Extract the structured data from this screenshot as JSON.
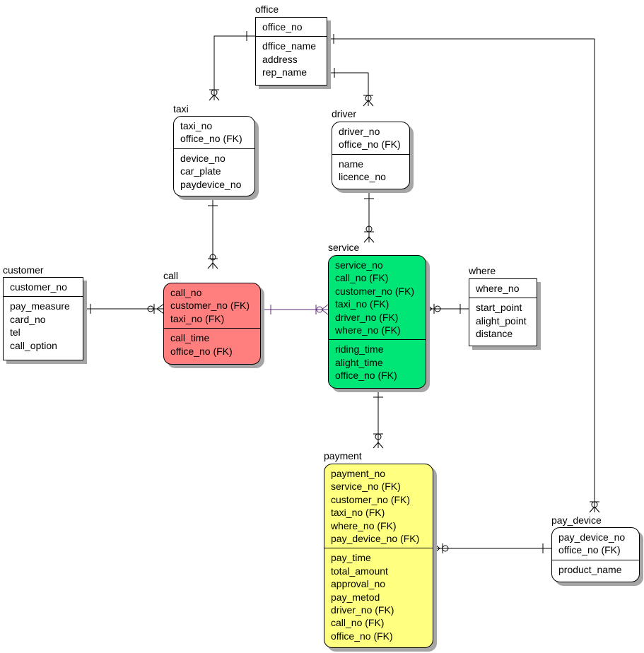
{
  "entities": {
    "office": {
      "name": "office",
      "keys": [
        "office_no"
      ],
      "attrs": [
        "dffice_name",
        "address",
        "rep_name"
      ]
    },
    "taxi": {
      "name": "taxi",
      "keys": [
        "taxi_no",
        "office_no (FK)"
      ],
      "attrs": [
        "device_no",
        "car_plate",
        "paydevice_no"
      ]
    },
    "driver": {
      "name": "driver",
      "keys": [
        "driver_no",
        "office_no (FK)"
      ],
      "attrs": [
        "name",
        "licence_no"
      ]
    },
    "customer": {
      "name": "customer",
      "keys": [
        "customer_no"
      ],
      "attrs": [
        "pay_measure",
        "card_no",
        "tel",
        "call_option"
      ]
    },
    "call": {
      "name": "call",
      "keys": [
        "call_no",
        "customer_no (FK)",
        "taxi_no (FK)"
      ],
      "attrs": [
        "call_time",
        "office_no (FK)"
      ],
      "color": "#ff7f7f"
    },
    "service": {
      "name": "service",
      "keys": [
        "service_no",
        "call_no (FK)",
        "customer_no (FK)",
        "taxi_no (FK)",
        "driver_no (FK)",
        "where_no (FK)"
      ],
      "attrs": [
        "riding_time",
        "alight_time",
        "office_no (FK)"
      ],
      "color": "#00e676"
    },
    "where": {
      "name": "where",
      "keys": [
        "where_no"
      ],
      "attrs": [
        "start_point",
        "alight_point",
        "distance"
      ]
    },
    "payment": {
      "name": "payment",
      "keys": [
        "payment_no",
        "service_no (FK)",
        "customer_no (FK)",
        "taxi_no (FK)",
        "where_no (FK)",
        "pay_device_no (FK)"
      ],
      "attrs": [
        "pay_time",
        "total_amount",
        "approval_no",
        "pay_metod",
        "driver_no (FK)",
        "call_no (FK)",
        "office_no (FK)"
      ],
      "color": "#ffff80"
    },
    "pay_device": {
      "name": "pay_device",
      "keys": [
        "pay_device_no",
        "office_no (FK)"
      ],
      "attrs": [
        "product_name"
      ]
    }
  },
  "relationships": [
    {
      "from": "office",
      "to": "taxi",
      "from_end": "one",
      "to_end": "zero-or-many"
    },
    {
      "from": "office",
      "to": "driver",
      "from_end": "one",
      "to_end": "zero-or-many"
    },
    {
      "from": "office",
      "to": "pay_device",
      "from_end": "one",
      "to_end": "zero-or-many"
    },
    {
      "from": "taxi",
      "to": "call",
      "from_end": "one",
      "to_end": "zero-or-many"
    },
    {
      "from": "driver",
      "to": "service",
      "from_end": "one",
      "to_end": "zero-or-many"
    },
    {
      "from": "customer",
      "to": "call",
      "from_end": "one",
      "to_end": "zero-or-many"
    },
    {
      "from": "call",
      "to": "service",
      "from_end": "one",
      "to_end": "zero-or-many"
    },
    {
      "from": "where",
      "to": "service",
      "from_end": "one",
      "to_end": "zero-or-many"
    },
    {
      "from": "service",
      "to": "payment",
      "from_end": "one",
      "to_end": "zero-or-many"
    },
    {
      "from": "pay_device",
      "to": "payment",
      "from_end": "one",
      "to_end": "zero-or-many"
    }
  ],
  "colors": {
    "line": "#000000",
    "call_service_line": "#5b2a70",
    "shadow": "#a6a6a6"
  }
}
